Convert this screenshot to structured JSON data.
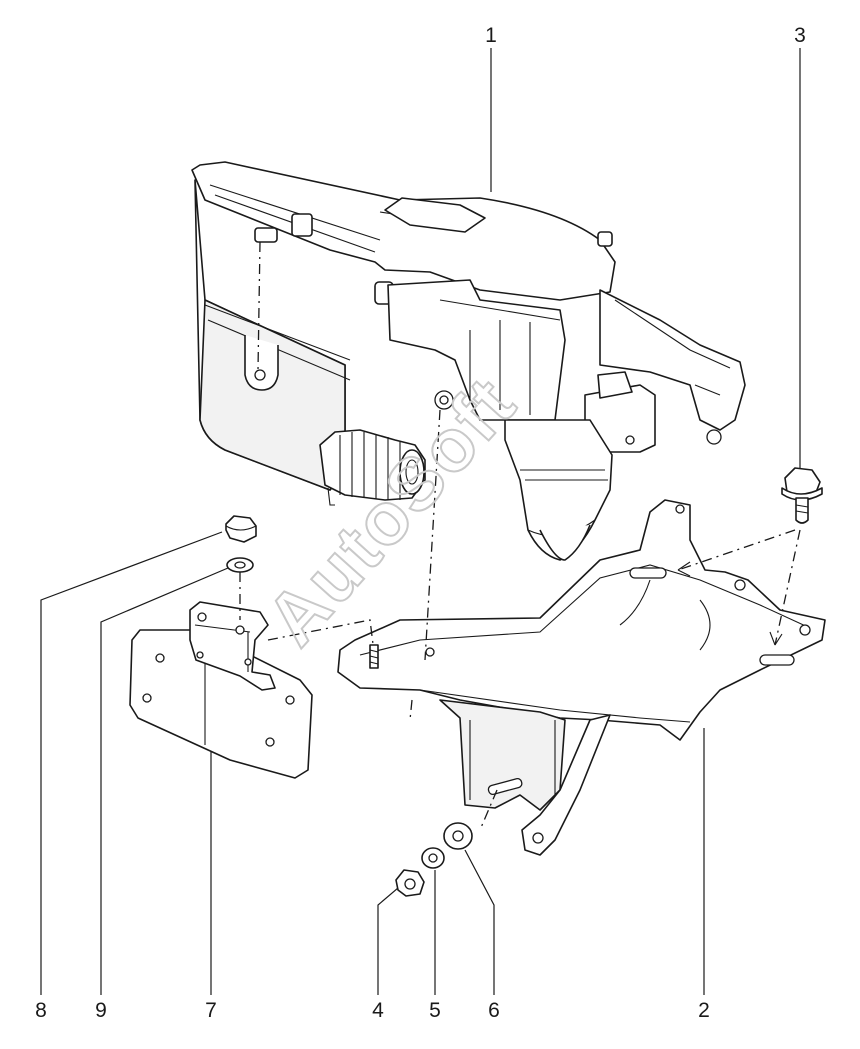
{
  "watermark": "AutoSoft",
  "callouts": {
    "c1": "1",
    "c2": "2",
    "c3": "3",
    "c4": "4",
    "c5": "5",
    "c6": "6",
    "c7": "7",
    "c8": "8",
    "c9": "9"
  },
  "colors": {
    "line": "#1a1a1a",
    "background": "#ffffff",
    "watermark": "#c9c9c9"
  }
}
